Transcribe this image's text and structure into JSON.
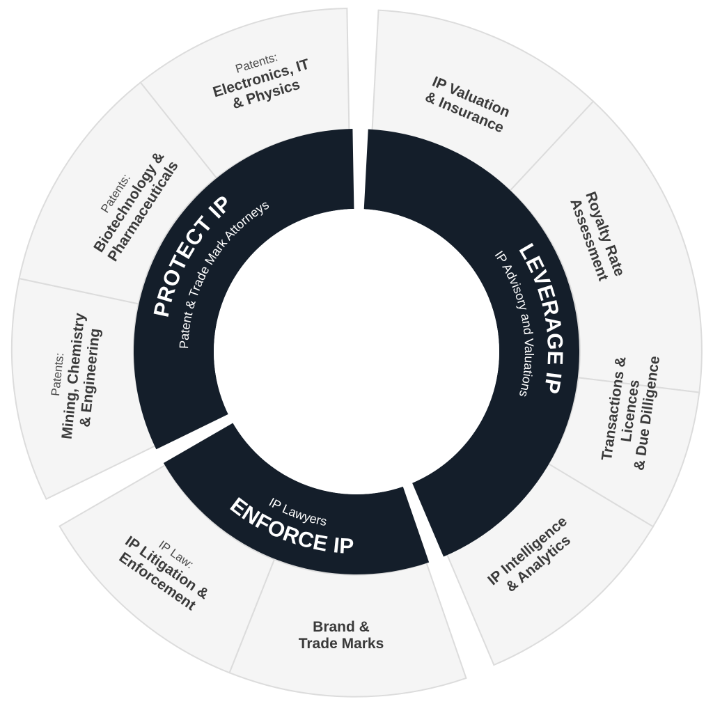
{
  "colors": {
    "dark": "#141e2a",
    "outer_fill": "#f5f5f5",
    "outer_stroke": "#dcdcdc",
    "text": "#3a3a3a"
  },
  "groups": [
    {
      "title": "PROTECT IP",
      "subtitle": "Patent & Trade Mark Attorneys",
      "services": [
        {
          "prefix": "Patents:",
          "lines": [
            "Mining, Chemistry",
            "& Engineering"
          ]
        },
        {
          "prefix": "Patents:",
          "lines": [
            "Biotechnology &",
            "Pharmaceuticals"
          ]
        },
        {
          "prefix": "Patents:",
          "lines": [
            "Electronics, IT",
            "& Physics"
          ]
        }
      ]
    },
    {
      "title": "LEVERAGE IP",
      "subtitle": "IP Advisory and Valuations",
      "services": [
        {
          "prefix": "",
          "lines": [
            "IP Valuation",
            "& Insurance"
          ]
        },
        {
          "prefix": "",
          "lines": [
            "Royalty Rate",
            "Assessment"
          ]
        },
        {
          "prefix": "",
          "lines": [
            "Transactions &",
            "Licences",
            "& Due Dilligence"
          ]
        },
        {
          "prefix": "",
          "lines": [
            "IP Intelligence",
            "& Analytics"
          ]
        }
      ]
    },
    {
      "title": "ENFORCE IP",
      "subtitle": "IP Lawyers",
      "services": [
        {
          "prefix": "",
          "lines": [
            "Brand &",
            "Trade Marks"
          ]
        },
        {
          "prefix": "IP Law:",
          "lines": [
            "IP Litigation &",
            "Enforcement"
          ]
        }
      ]
    }
  ]
}
